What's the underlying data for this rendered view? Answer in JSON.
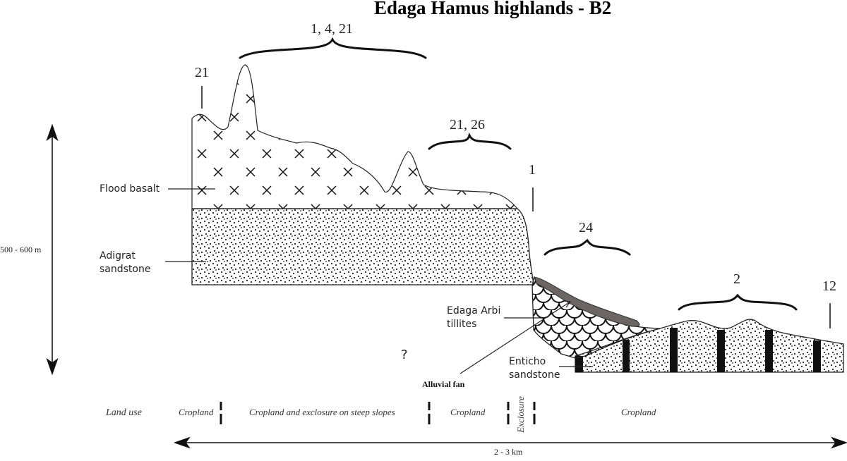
{
  "title": "Edaga Hamus highlands - B2",
  "vertical_scale": {
    "label": "500 - 600 m"
  },
  "horizontal_scale": {
    "label": "2 - 3 km"
  },
  "units": [
    {
      "id": "flood-basalt",
      "label": "Flood basalt",
      "pattern": "x-marks"
    },
    {
      "id": "adigrat-sandstone",
      "label": "Adigrat\nsandstone",
      "pattern": "dots"
    },
    {
      "id": "edaga-arbi-tillites",
      "label": "Edaga Arbi\ntillites",
      "pattern": "scales"
    },
    {
      "id": "enticho-sandstone",
      "label": "Enticho\nsandstone",
      "pattern": "dots-with-black-bands"
    },
    {
      "id": "alluvial-fan",
      "label": "Alluvial fan",
      "color": "#6b6565"
    }
  ],
  "site_markers": [
    {
      "label": "21",
      "type": "tick"
    },
    {
      "label": "1, 4, 21",
      "type": "brace"
    },
    {
      "label": "21, 26",
      "type": "brace"
    },
    {
      "label": "1",
      "type": "tick"
    },
    {
      "label": "24",
      "type": "brace"
    },
    {
      "label": "2",
      "type": "brace"
    },
    {
      "label": "12",
      "type": "tick"
    }
  ],
  "unknown_marker": "?",
  "land_use": {
    "label": "Land use",
    "segments": [
      "Cropland",
      "Cropland and exclosure on steep slopes",
      "Cropland",
      "Exclosure",
      "Cropland"
    ]
  },
  "colors": {
    "line": "#1a1a1a",
    "alluvial": "#6b6565",
    "background": "#ffffff"
  }
}
